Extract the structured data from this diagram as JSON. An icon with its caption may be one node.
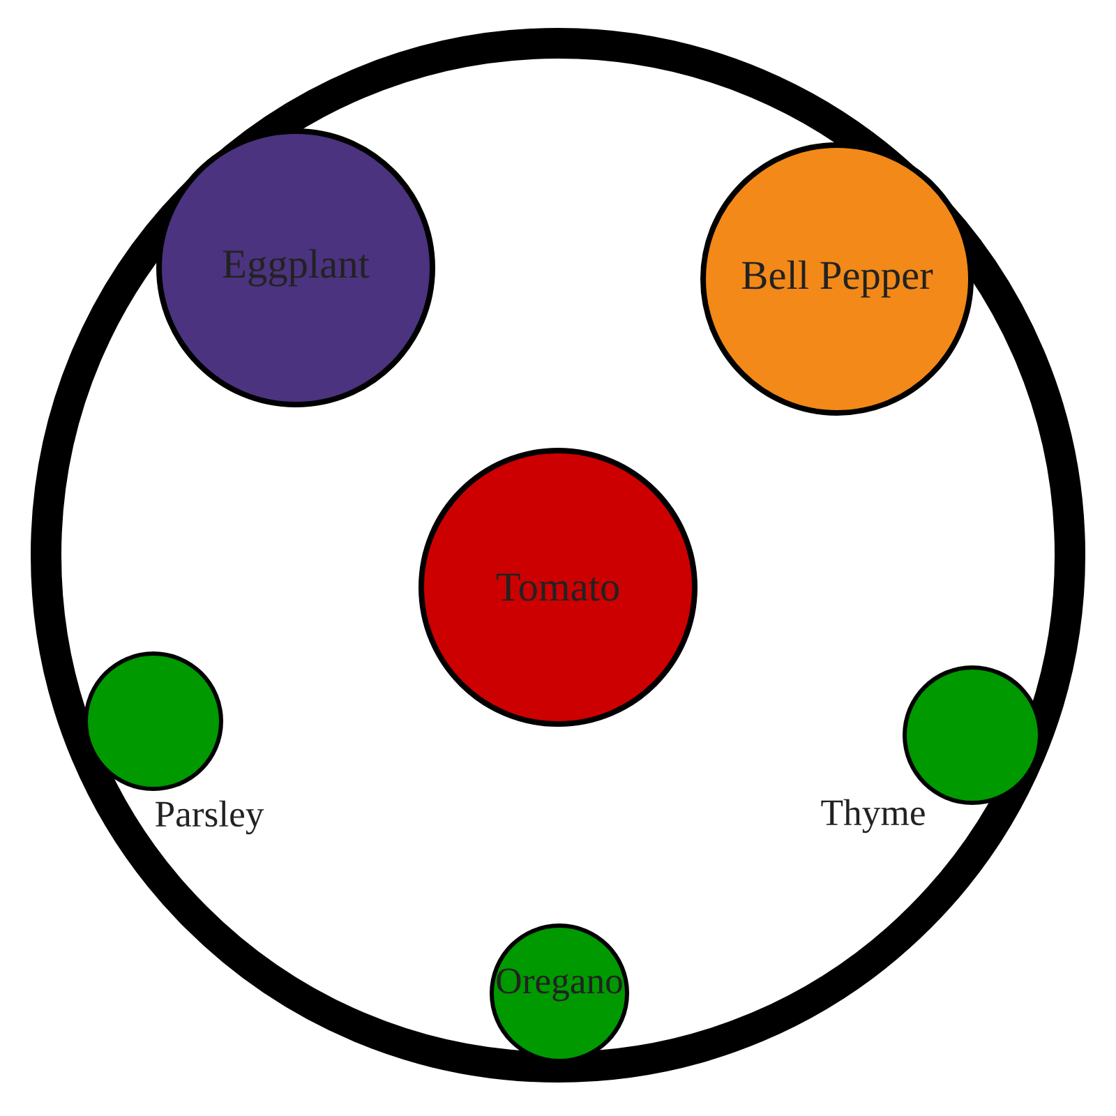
{
  "diagram": {
    "nodes": [
      {
        "text": [],
        "shape": "circle"
      },
      {
        "text": [
          "Eggplant"
        ],
        "in": 0
      },
      {
        "text": [
          "Bell Pepper"
        ],
        "in": 0
      },
      {
        "text": [
          "Tomato"
        ],
        "in": 0
      },
      {
        "text": [
          "Parsley"
        ],
        "in": 0
      },
      {
        "text": [
          "Thyme"
        ],
        "in": 0
      },
      {
        "text": [
          "Oregano"
        ],
        "in": 0
      }
    ]
  }
}
